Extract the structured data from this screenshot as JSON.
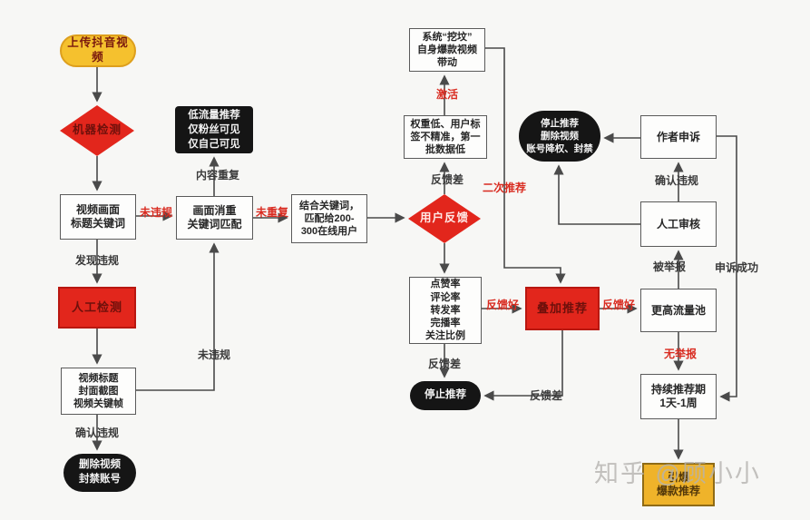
{
  "colors": {
    "red": "#e2261c",
    "red_dark": "#b91710",
    "black_node": "#151515",
    "yellow": "#f5c12e",
    "yellow_border": "#dd9f1d",
    "final_yellow": "#efb32a",
    "label_red": "#d92b20",
    "label_black": "#3a3a3a",
    "line": "#4a4a4a",
    "canvas_bg": "#f7f7f5"
  },
  "nodes": {
    "start": {
      "text": "上传抖音视频"
    },
    "machine_check": {
      "text": "机器检测"
    },
    "video_frame": {
      "text": "视频画面\n标题关键词"
    },
    "manual_check": {
      "text": "人工检测"
    },
    "title_cover": {
      "text": "视频标题\n封面截图\n视频关键帧"
    },
    "delete_ban": {
      "text": "删除视频\n封禁账号"
    },
    "low_traffic": {
      "text": "低流量推荐\n仅粉丝可见\n仅自己可见"
    },
    "dedup": {
      "text": "画面消重\n关键词匹配"
    },
    "match_users": {
      "text": "结合关键词，\n匹配给200-\n300在线用户"
    },
    "user_feedback": {
      "text": "用户反馈"
    },
    "grave_digging": {
      "text": "系统“挖坟”\n自身爆款视频\n带动"
    },
    "low_weight": {
      "text": "权重低、用户标\n签不精准，第一\n批数据低"
    },
    "metrics": {
      "text": "点赞率\n评论率\n转发率\n完播率\n关注比例"
    },
    "stop_rec": {
      "text": "停止推荐"
    },
    "stop_delete_demote": {
      "text": "停止推荐\n删除视频\n账号降权、封禁"
    },
    "stacked_rec": {
      "text": "叠加推荐"
    },
    "author_appeal": {
      "text": "作者申诉"
    },
    "manual_review": {
      "text": "人工审核"
    },
    "higher_pool": {
      "text": "更高流量池"
    },
    "sustained_rec": {
      "text": "持续推荐期\n1天-1周"
    },
    "hit_rec": {
      "text": "引爆\n爆款推荐"
    }
  },
  "edge_labels": {
    "not_violate_1": {
      "text": "未违规"
    },
    "found_violate": {
      "text": "发现违规"
    },
    "confirm_violate_1": {
      "text": "确认违规"
    },
    "not_violate_2": {
      "text": "未违规"
    },
    "content_dup": {
      "text": "内容重复"
    },
    "not_dup": {
      "text": "未重复"
    },
    "feedback_bad_1": {
      "text": "反馈差"
    },
    "activate": {
      "text": "激活"
    },
    "second_rec": {
      "text": "二次推荐"
    },
    "feedback_good_1": {
      "text": "反馈好"
    },
    "feedback_bad_2": {
      "text": "反馈差"
    },
    "feedback_bad_3": {
      "text": "反馈差"
    },
    "feedback_good_2": {
      "text": "反馈好"
    },
    "reported": {
      "text": "被举报"
    },
    "confirm_violate_2": {
      "text": "确认违规"
    },
    "appeal_success": {
      "text": "申诉成功"
    },
    "no_report": {
      "text": "无举报"
    }
  },
  "watermark": {
    "text": "知乎 @顾小小"
  }
}
